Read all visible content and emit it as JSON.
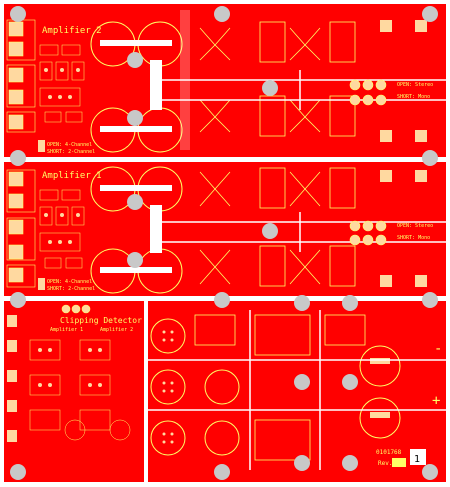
{
  "colors": {
    "copper": "#ff0000",
    "silk": "#ffff66",
    "pad": "#ffd9a0",
    "hole": "#c8c8c8",
    "gap": "#ffffff",
    "trace": "#ffffff"
  },
  "amp2": {
    "title": "Amplifier 2",
    "jumper_a": "OPEN: 4-Channel",
    "jumper_b": "SHORT: 2-Channel",
    "mode_a": "OPEN: Stereo",
    "mode_b": "SHORT: Mono"
  },
  "amp1": {
    "title": "Amplifier 1",
    "jumper_a": "OPEN: 4-Channel",
    "jumper_b": "SHORT: 2-Channel",
    "mode_a": "OPEN: Stereo",
    "mode_b": "SHORT: Mono"
  },
  "clipping": {
    "title": "Clipping Detector",
    "sub1": "Amplifier 1",
    "sub2": "Amplifier 2"
  },
  "psu": {
    "plus": "+",
    "minus": "-"
  },
  "board_id": "0101768",
  "rev_label": "Rev.",
  "rev_value": "1",
  "icons": [
    "mounting-hole-icon",
    "capacitor-icon",
    "mosfet-icon",
    "connector-icon"
  ]
}
